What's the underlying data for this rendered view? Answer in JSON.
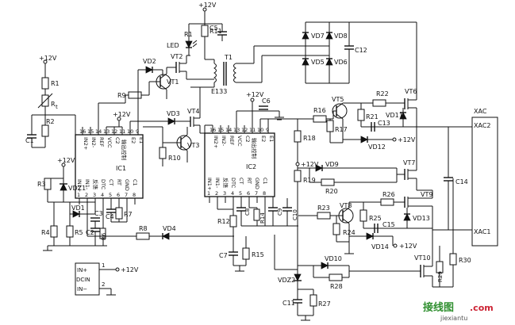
{
  "supply": {
    "vcc": "+12V"
  },
  "ic1": {
    "name": "IC1",
    "subtitle": "输出控制",
    "pins_left": [
      "IN2+",
      "IN2-",
      "REF",
      "VCC"
    ],
    "pins_right": [
      "IN1+",
      "IN1-",
      "反馈",
      "DTC",
      "CT",
      "RT",
      "GND",
      "C1"
    ],
    "top_pins": [
      "16",
      "15",
      "14",
      "13",
      "12",
      "11",
      "10",
      "9"
    ],
    "bottom_pins": [
      "1",
      "2",
      "3",
      "4",
      "5",
      "6",
      "7",
      "8"
    ],
    "top_labels": [
      "IN2+",
      "IN2-",
      "REF",
      "VCC",
      "C2",
      "E2",
      "E1"
    ],
    "bottom_labels": [
      "IN1+",
      "IN1-",
      "反馈",
      "DTC",
      "CT",
      "RT",
      "GND",
      "C1"
    ]
  },
  "ic2": {
    "name": "IC2",
    "subtitle": "输出控制",
    "top_pins": [
      "16",
      "15",
      "14",
      "13",
      "12",
      "11",
      "10",
      "9"
    ],
    "bottom_pins": [
      "1",
      "2",
      "3",
      "4",
      "5",
      "6",
      "7",
      "8"
    ],
    "top_labels": [
      "IN2+",
      "IN2-",
      "REF",
      "VCC",
      "C2",
      "E2",
      "E1"
    ],
    "bottom_labels": [
      "IN1+",
      "IN1-",
      "反馈",
      "DTC",
      "CT",
      "RT",
      "GND",
      "C1"
    ]
  },
  "labels": {
    "r1": "R1",
    "rt": "R",
    "rt_sub": "t",
    "r2": "R2",
    "c1": "C1",
    "r3": "R3",
    "vdz1": "VDZ1",
    "r4": "R4",
    "r5": "R5",
    "r6": "R6",
    "vd1": "VD1",
    "c2": "C2",
    "c3": "C3",
    "c4": "C4",
    "r7": "R7",
    "r8": "R8",
    "vd4": "VD4",
    "r9": "R9",
    "vd2": "VD2",
    "vt1": "VT1",
    "vt2": "VT2",
    "led": "LED",
    "r11": "R11",
    "c5": "C5",
    "t1": "T1",
    "t1_core": "E133",
    "vd3": "VD3",
    "vt3": "VT3",
    "vt4": "VT4",
    "r10": "R10",
    "vd7": "VD7",
    "vd8": "VD8",
    "vd5": "VD5",
    "vd6": "VD6",
    "c12": "C12",
    "c6": "C6",
    "r12": "R12",
    "c7": "C7",
    "r15": "R15",
    "c8": "C8",
    "r14": "R14",
    "c9": "C9",
    "c10": "C10",
    "r16": "R16",
    "vt5": "VT5",
    "r17": "R17",
    "r18": "R18",
    "r19": "R19",
    "vd9": "VD9",
    "r20": "R20",
    "r21": "R21",
    "r22": "R22",
    "vt6": "VT6",
    "c13": "C13",
    "vd11": "VD11",
    "vd12": "VD12",
    "vt7": "VT7",
    "c14": "C14",
    "r23": "R23",
    "vt8": "VT8",
    "r24": "R24",
    "r25": "R25",
    "r26": "R26",
    "vt9": "VT9",
    "vd13": "VD13",
    "c15": "C15",
    "vd14": "VD14",
    "vd10": "VD10",
    "r28": "R28",
    "vt10": "VT10",
    "r29": "R29",
    "r30": "R30",
    "vdz2": "VDZ2",
    "c11": "C11",
    "r27": "R27",
    "xac": "XAC",
    "xac2": "XAC2",
    "xac1": "XAC1",
    "dcin_in_plus": "IN+",
    "dcin": "DCIN",
    "dcin_in_minus": "IN−",
    "dcin_p1": "1",
    "dcin_p2": "2"
  },
  "watermark": {
    "line1": "接线图",
    "line2": ".com",
    "line3": "jiexiantu"
  }
}
